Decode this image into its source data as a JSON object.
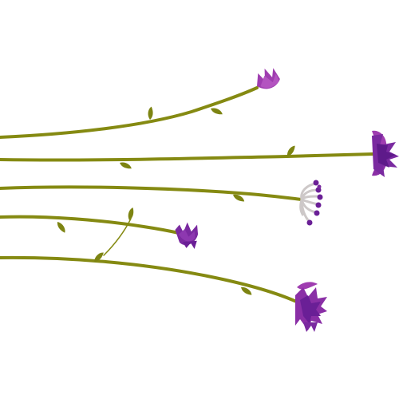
{
  "colors": {
    "background": "#ffffff",
    "stem": "#858a12",
    "leaf": "#7d8412",
    "petal_magenta": "#9f3db0",
    "petal_purple": "#7a2aa0",
    "petal_dark": "#5e1a8a",
    "seed_head_grey": "#cdc8c8",
    "seed_dot": "#6a1f96"
  },
  "flowers": [
    {
      "kind": "bud-magenta",
      "icon": "flower-bud-icon"
    },
    {
      "kind": "bloom-large",
      "icon": "flower-bloom-icon"
    },
    {
      "kind": "seed-head",
      "icon": "dandelion-seed-head-icon"
    },
    {
      "kind": "bud-purple",
      "icon": "flower-bud-icon"
    },
    {
      "kind": "bloom-large",
      "icon": "flower-bloom-icon"
    }
  ]
}
